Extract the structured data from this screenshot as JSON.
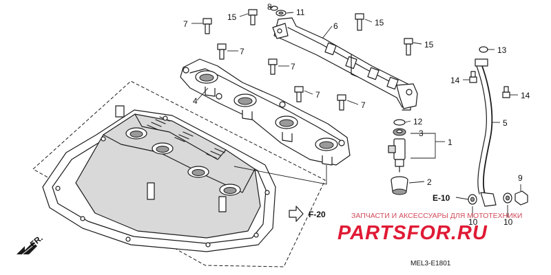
{
  "callouts": {
    "c1": "1",
    "c2": "2",
    "c3": "3",
    "c4": "4",
    "c5": "5",
    "c6": "6",
    "c7": "7",
    "c8": "8",
    "c9": "9",
    "c10": "10",
    "c11": "11",
    "c12": "12",
    "c13": "13",
    "c14": "14",
    "c15": "15"
  },
  "references": {
    "e10": "E-10",
    "f20": "F-20",
    "front": "FR."
  },
  "diagram_code": "MEL3-E1801",
  "watermark": {
    "tagline": "ЗАПЧАСТИ И АКСЕССУАРЫ ДЛЯ МОТОТЕХНИКИ",
    "brand": "PARTSFOR.RU"
  }
}
